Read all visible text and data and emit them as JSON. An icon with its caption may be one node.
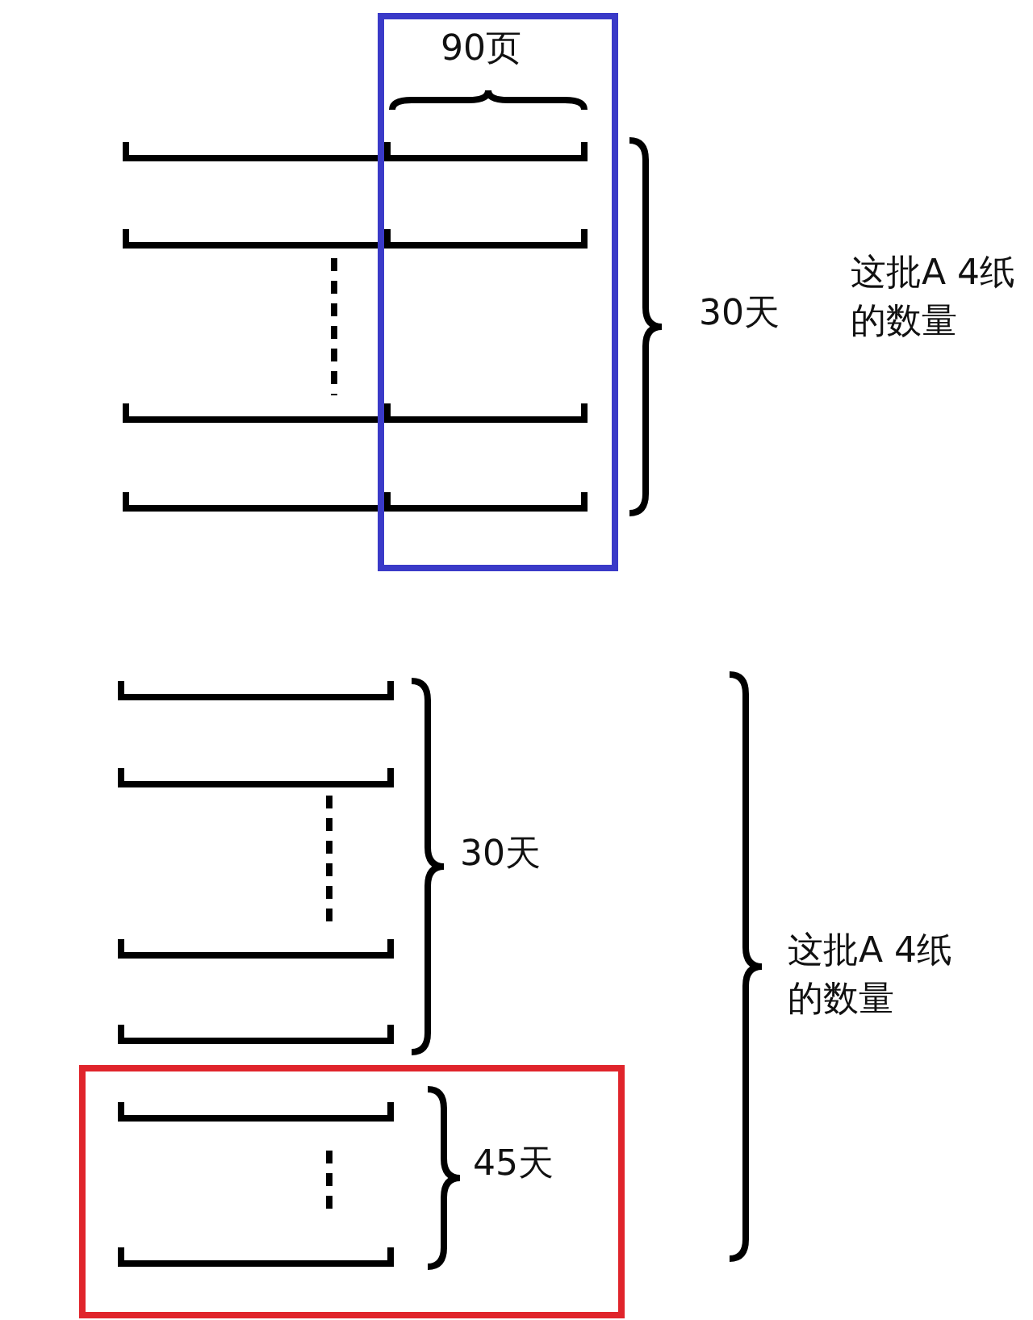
{
  "diagram": {
    "labels": [
      "90页",
      "30天",
      "这批A 4纸的数量",
      "30天",
      "这批A 4纸的数量",
      "45天"
    ]
  }
}
